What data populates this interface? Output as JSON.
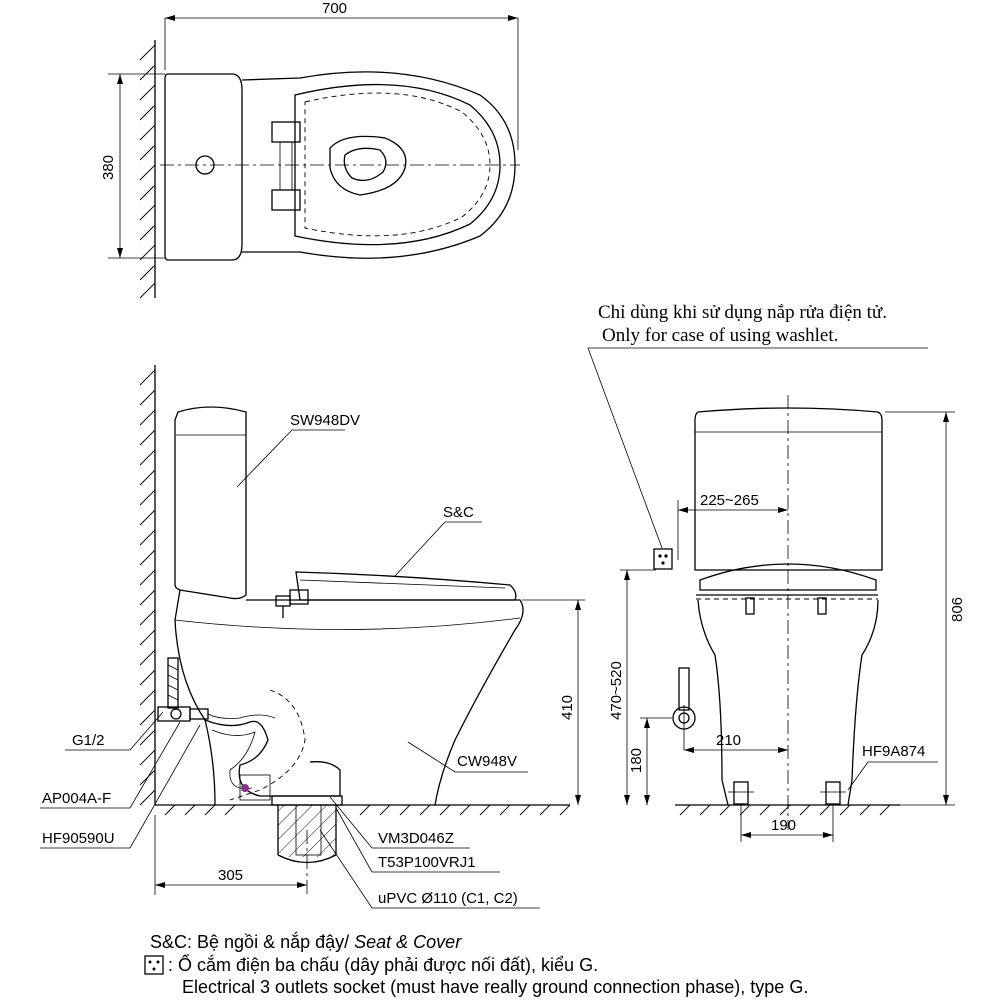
{
  "top_view": {
    "width_dim": "700",
    "depth_dim": "380"
  },
  "side_view": {
    "tank_model": "SW948DV",
    "seat_label": "S&C",
    "bowl_model": "CW948V",
    "valve_label": "G1/2",
    "angle_valve_model": "AP004A-F",
    "hose_model": "HF90590U",
    "flange_model": "VM3D046Z",
    "connector_model": "T53P100VRJ1",
    "drain_pipe": "uPVC Ø110 (C1, C2)",
    "height_dim": "410",
    "rough_in_dim": "305"
  },
  "front_view": {
    "note_vi": "Chỉ dùng khi sử dụng nắp rửa điện tử.",
    "note_en": "Only for case of using washlet.",
    "socket_offset_dim": "225~265",
    "socket_height_dim": "470~520",
    "total_height_dim": "806",
    "supply_offset_dim": "210",
    "supply_height_dim": "180",
    "bolt_spacing_dim": "190",
    "bolt_model": "HF9A874"
  },
  "legend": {
    "sc_prefix": "S&C: Bệ ngồi & nắp đậy/ ",
    "sc_italic": "Seat & Cover",
    "socket_vi": ": Ổ cắm điện ba chấu (dây phải được nối đất), kiểu G.",
    "socket_en": "Electrical 3 outlets socket (must have really ground connection phase), type G."
  }
}
